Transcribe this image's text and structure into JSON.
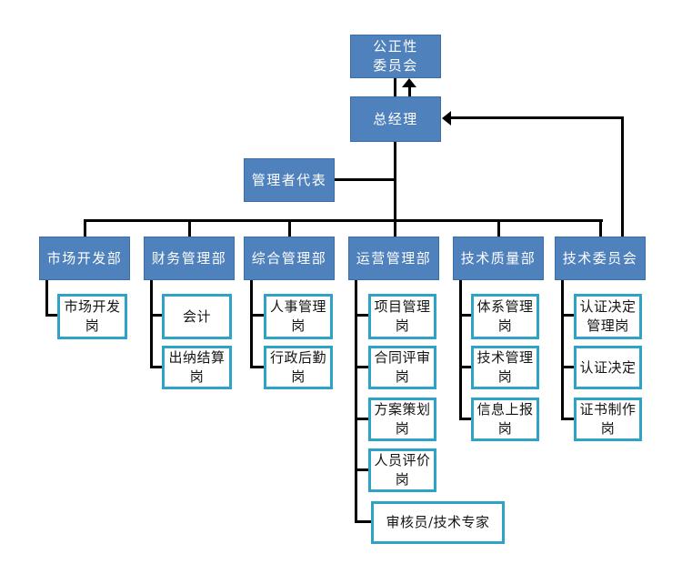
{
  "colors": {
    "node_fill": "#4f81bd",
    "node_border": "#3a6ea5",
    "post_border": "#2fa3c7",
    "connector": "#000000",
    "node_text": "#ffffff",
    "post_text": "#141414",
    "background": "#ffffff"
  },
  "org": {
    "impartiality_committee": {
      "lines": [
        "公正性",
        "委员会"
      ]
    },
    "general_manager": {
      "label": "总经理"
    },
    "management_representative": {
      "label": "管理者代表"
    },
    "departments": [
      {
        "label": "市场开发部",
        "subs": [
          {
            "lines": [
              "市场开发",
              "岗"
            ]
          }
        ]
      },
      {
        "label": "财务管理部",
        "subs": [
          {
            "lines": [
              "会计"
            ]
          },
          {
            "lines": [
              "出纳结算",
              "岗"
            ]
          }
        ]
      },
      {
        "label": "综合管理部",
        "subs": [
          {
            "lines": [
              "人事管理",
              "岗"
            ]
          },
          {
            "lines": [
              "行政后勤",
              "岗"
            ]
          }
        ]
      },
      {
        "label": "运营管理部",
        "subs": [
          {
            "lines": [
              "项目管理",
              "岗"
            ]
          },
          {
            "lines": [
              "合同评审",
              "岗"
            ]
          },
          {
            "lines": [
              "方案策划",
              "岗"
            ]
          },
          {
            "lines": [
              "人员评价",
              "岗"
            ]
          },
          {
            "lines": [
              "审核员/技术专家"
            ]
          }
        ]
      },
      {
        "label": "技术质量部",
        "subs": [
          {
            "lines": [
              "体系管理",
              "岗"
            ]
          },
          {
            "lines": [
              "技术管理",
              "岗"
            ]
          },
          {
            "lines": [
              "信息上报",
              "岗"
            ]
          }
        ]
      },
      {
        "label": "技术委员会",
        "subs": [
          {
            "lines": [
              "认证决定",
              "管理岗"
            ]
          },
          {
            "lines": [
              "认证决定"
            ]
          },
          {
            "lines": [
              "证书制作",
              "岗"
            ]
          }
        ]
      }
    ]
  }
}
